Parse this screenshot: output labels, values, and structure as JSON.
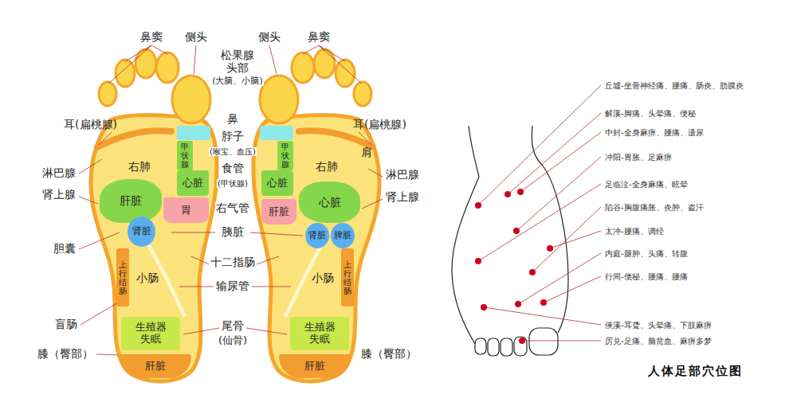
{
  "diagram": {
    "title": "人体足部穴位图",
    "nodes": [
      {
        "text": [
          "甲状腺"
        ]
      },
      {
        "text": [
          "心脏"
        ]
      },
      {
        "text": [
          "肝脏"
        ]
      },
      {
        "text": [
          "胃"
        ]
      },
      {
        "text": [
          "肾脏"
        ]
      },
      {
        "text": [
          "上行结肠"
        ]
      },
      {
        "text": [
          "生殖器 失眠"
        ]
      },
      {
        "text": [
          "肝脏"
        ]
      },
      {
        "text": [
          "甲状腺"
        ]
      },
      {
        "text": [
          "心脏"
        ]
      },
      {
        "text": [
          "心脏"
        ]
      },
      {
        "text": [
          "肝脏"
        ]
      },
      {
        "text": [
          "肾脏"
        ]
      },
      {
        "text": [
          "脾脏"
        ]
      },
      {
        "text": [
          "上行结肠"
        ]
      },
      {
        "text": [
          "生殖器 失眠"
        ]
      },
      {
        "text": [
          "肝脏"
        ]
      }
    ],
    "labels": [
      "鼻窦",
      "侧头",
      "松果腺",
      "头部",
      "(大脑、小脑)",
      "侧头",
      "鼻窦",
      "鼻",
      "耳(扁桃腺)",
      "脖子",
      "(喉宝、血压)",
      "耳(扁桃腺)",
      "肩",
      "右肺",
      "食管",
      "右肺",
      "淋巴腺",
      "淋巴腺",
      "(甲状腺)",
      "肾上腺",
      "肾上腺",
      "右气管",
      "胰脏",
      "胆囊",
      "十二指肠",
      "小肠",
      "小肠",
      "输尿管",
      "盲肠",
      "尾骨",
      "(仙骨)",
      "膝（臀部）",
      "膝（臀部）",
      "丘墟-坐骨神经痛、腰痛、肠炎、肋膜炎",
      "解溪-脚痛、头晕痛、便秘",
      "中封-全身麻痹、腰痛、遗尿",
      "冲阳-胃胀、足麻痹",
      "足临泣-全身麻痛、眩晕",
      "陷谷-胸腹痛胀、炎肿、盗汗",
      "太冲-腰痛、调经",
      "内庭-腿肿、头痛、转腹",
      "行间-便秘、腰痛、腰痛",
      "侠溪-耳聋、头晕痛、下肢麻痹",
      "厉兑-足痛、脑贫血、麻痹多梦"
    ]
  }
}
